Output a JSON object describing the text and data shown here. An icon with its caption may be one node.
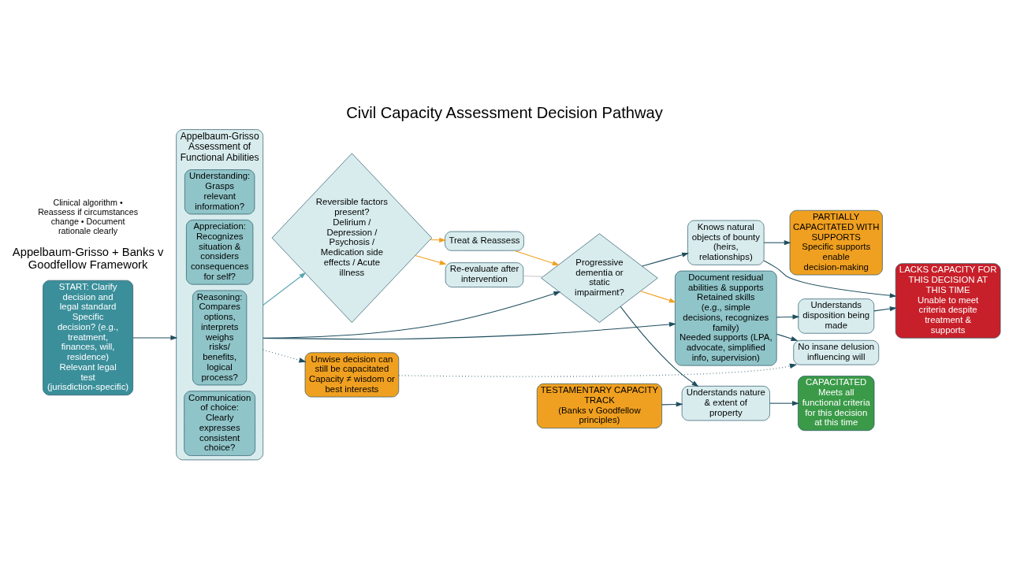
{
  "diagram": {
    "title": "Civil Capacity Assessment Decision Pathway",
    "nodes": [
      {
        "text": [
          "START: Clarify decision and legal standard",
          "Specific decision? (e.g., treatment, finances, will, residence)",
          "Relevant legal test (jurisdiction-specific)"
        ]
      },
      {
        "text": [
          "Appelbaum-Grisso Assessment of Functional Abilities"
        ]
      },
      {
        "text": [
          "Understanding: Grasps relevant information?"
        ],
        "in": 1
      },
      {
        "text": [
          "Appreciation: Recognizes situation & considers consequences for self?"
        ],
        "in": 1
      },
      {
        "text": [
          "Reasoning: Compares options, interprets weighs risks/ benefits, logical process?"
        ],
        "in": 1
      },
      {
        "text": [
          "Communication of choice: Clearly expresses consistent choice?"
        ],
        "in": 1
      },
      {
        "text": [
          "Reversible factors present?",
          "Delirium / Depression / Psychosis / Medication side effects / Acute illness"
        ]
      },
      {
        "text": [
          "Re-evaluate after intervention"
        ]
      },
      {
        "text": [
          "Treat & Reassess"
        ]
      },
      {
        "text": [
          "Progressive dementia or static impairment?"
        ]
      },
      {
        "text": [
          "Document residual abilities & supports",
          "Retained skills (e.g., simple decisions, recognizes family)",
          "Needed supports (LPA, advocate, simplified info, supervision)"
        ]
      },
      {
        "text": [
          "TESTAMENTARY CAPACITY TRACK",
          "(Banks v Goodfellow principles)"
        ]
      },
      {
        "text": [
          "Understands nature & extent of property"
        ]
      },
      {
        "text": [
          "Knows natural objects of bounty (heirs, relationships)"
        ]
      },
      {
        "text": [
          "Understands disposition being made"
        ]
      },
      {
        "text": [
          "No insane delusion influencing will"
        ]
      },
      {
        "text": [
          "CAPACITATED",
          "Meets all functional criteria for this decision at this time"
        ]
      },
      {
        "text": [
          "PARTIALLY CAPACITATED WITH SUPPORTS",
          "Specific supports enable decision-making"
        ]
      },
      {
        "text": [
          "LACKS CAPACITY FOR THIS DECISION AT THIS TIME",
          "Unable to meet criteria despite treatment & supports"
        ]
      },
      {
        "text": [
          "Unwise decision can still be capacitated",
          "Capacity ≠ wisdom or best interests"
        ]
      }
    ],
    "edges": [
      {
        "from": 0,
        "to": 1,
        "arrow": "to"
      },
      {
        "from": 1,
        "to": 6,
        "arrow": "to",
        "color": "#5aa6b0"
      },
      {
        "from": 1,
        "to": 9,
        "arrow": "to"
      },
      {
        "from": 1,
        "to": 10,
        "arrow": "to"
      },
      {
        "from": 6,
        "to": 7,
        "arrow": "to",
        "color": "#f0a020"
      },
      {
        "from": 6,
        "to": 8,
        "arrow": "to",
        "color": "#f0a020"
      },
      {
        "from": 8,
        "to": 9,
        "arrow": "to",
        "color": "#f0a020"
      },
      {
        "from": 7,
        "to": 9,
        "arrow": "none",
        "color": "#cccccc"
      },
      {
        "from": 9,
        "to": 10,
        "arrow": "to",
        "color": "#f0a020"
      },
      {
        "from": 9,
        "to": 12,
        "arrow": "to"
      },
      {
        "from": 9,
        "to": 13,
        "arrow": "to"
      },
      {
        "from": 10,
        "to": 14,
        "arrow": "to"
      },
      {
        "from": 10,
        "to": 15,
        "arrow": "to"
      },
      {
        "from": 11,
        "to": 12,
        "arrow": "to"
      },
      {
        "from": 12,
        "to": 16,
        "arrow": "to"
      },
      {
        "from": 13,
        "to": 17,
        "arrow": "to"
      },
      {
        "from": 13,
        "to": 18,
        "arrow": "to"
      },
      {
        "from": 14,
        "to": 18,
        "arrow": "to"
      },
      {
        "from": 1,
        "to": 19,
        "arrow": "to",
        "style": "dashed"
      },
      {
        "from": 19,
        "to": 15,
        "arrow": "to",
        "style": "dashed"
      }
    ],
    "labels": [
      "Appelbaum-Grisso + Banks v Goodfellow Framework",
      "Clinical algorithm • Reassess if circumstances change • Document rationale clearly"
    ]
  }
}
